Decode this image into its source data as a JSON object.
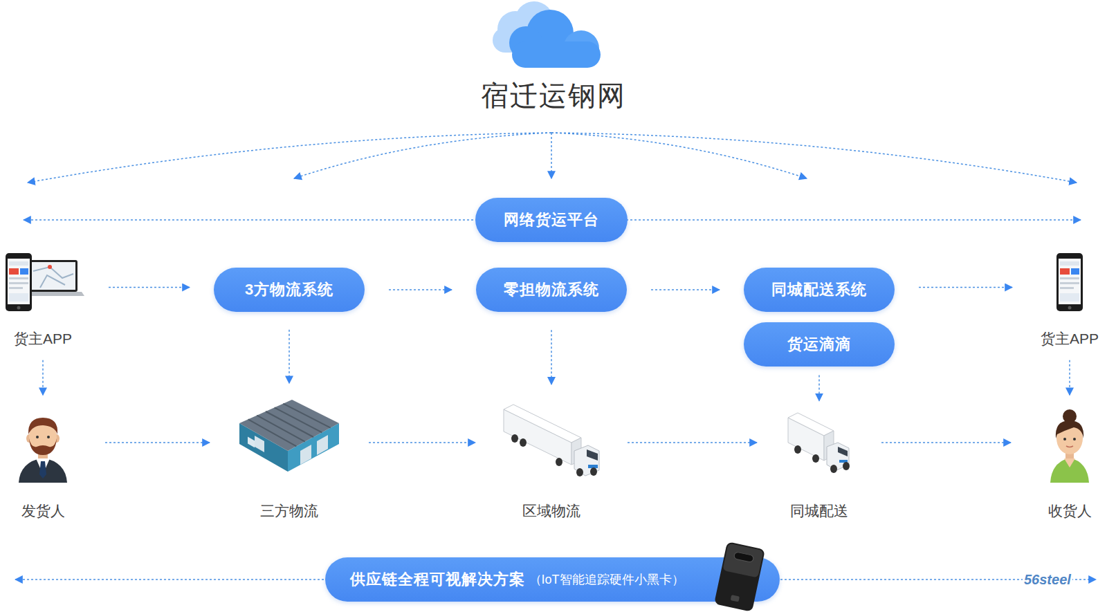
{
  "diagram": {
    "title": "宿迁运钢网",
    "nodes": [
      {
        "text": [
          "网络货运平台"
        ]
      },
      {
        "text": [
          "货主APP"
        ]
      },
      {
        "text": [
          "3方物流系统"
        ]
      },
      {
        "text": [
          "零担物流系统"
        ]
      },
      {
        "text": [
          "同城配送系统"
        ]
      },
      {
        "text": [
          "货运滴滴"
        ]
      },
      {
        "text": [
          "货主APP"
        ]
      },
      {
        "text": [
          "发货人"
        ]
      },
      {
        "text": [
          "三方物流"
        ]
      },
      {
        "text": [
          "区域物流"
        ]
      },
      {
        "text": [
          "同城配送"
        ]
      },
      {
        "text": [
          "收货人"
        ]
      },
      {
        "text": [
          "供应链全程可视解决方案",
          "（IoT智能追踪硬件小黑卡）"
        ]
      }
    ],
    "edges": [
      {
        "from": 1,
        "to": 2,
        "arrow": "to"
      },
      {
        "from": 2,
        "to": 3,
        "arrow": "to"
      },
      {
        "from": 3,
        "to": 4,
        "arrow": "to"
      },
      {
        "from": 4,
        "to": 6,
        "arrow": "to"
      },
      {
        "from": 1,
        "to": 7,
        "arrow": "to"
      },
      {
        "from": 2,
        "to": 8,
        "arrow": "to"
      },
      {
        "from": 3,
        "to": 9,
        "arrow": "to"
      },
      {
        "from": 5,
        "to": 10,
        "arrow": "to"
      },
      {
        "from": 6,
        "to": 11,
        "arrow": "to"
      },
      {
        "from": 7,
        "to": 8,
        "arrow": "to"
      },
      {
        "from": 8,
        "to": 9,
        "arrow": "to"
      },
      {
        "from": 9,
        "to": 10,
        "arrow": "to"
      },
      {
        "from": 10,
        "to": 11,
        "arrow": "to"
      }
    ],
    "labels": [
      "56steel"
    ]
  }
}
